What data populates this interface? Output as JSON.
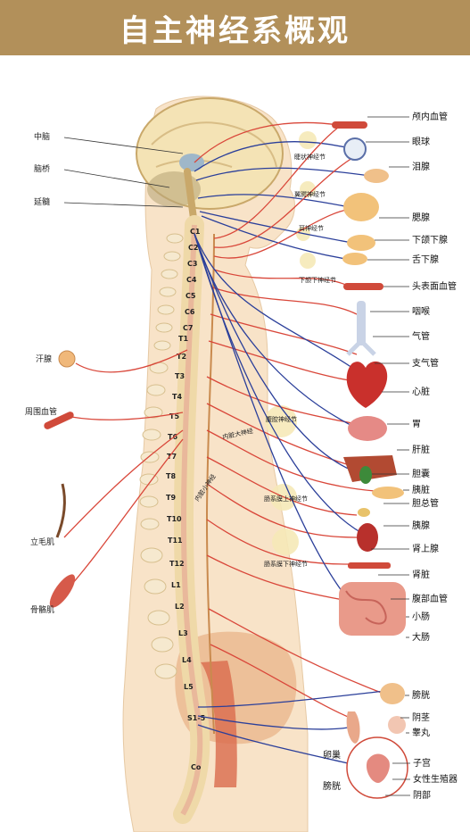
{
  "title": "自主神经系概观",
  "left_labels": [
    "中脑",
    "脑桥",
    "延髓"
  ],
  "left_organs": [
    "汗腺",
    "周围血管",
    "立毛肌",
    "骨骼肌"
  ],
  "vertebrae": [
    "C1",
    "C2",
    "C3",
    "C4",
    "C5",
    "C6",
    "C7",
    "T1",
    "T2",
    "T3",
    "T4",
    "T5",
    "T6",
    "T7",
    "T8",
    "T9",
    "T10",
    "T11",
    "T12",
    "L1",
    "L2",
    "L3",
    "L4",
    "L5",
    "S1-5",
    "Co"
  ],
  "ganglia": [
    "睫状神经节",
    "翼腭神经节",
    "耳神经节",
    "下颌下神经节",
    "腹腔神经节",
    "肠系膜上神经节",
    "肠系膜下神经节"
  ],
  "nerves": [
    "内脏大神经",
    "内脏小神经"
  ],
  "right_labels": [
    "颅内血管",
    "眼球",
    "泪腺",
    "腮腺",
    "下颌下腺",
    "舌下腺",
    "头表面血管",
    "咽喉",
    "气管",
    "支气管",
    "心脏",
    "胃",
    "肝脏",
    "胆囊",
    "胰脏",
    "胆总管",
    "胰腺",
    "肾上腺",
    "肾脏",
    "腹部血管",
    "小肠",
    "大肠",
    "膀胱",
    "阴茎",
    "睾丸",
    "子宫",
    "女性生殖器",
    "阴部"
  ],
  "pelvic_labels": [
    "卵巢",
    "膀胱"
  ],
  "colors": {
    "header": "#b2905a",
    "sympathetic": "#d9473a",
    "parasympathetic": "#2b3f9a",
    "bone": "#f3e6c8",
    "skin": "#f8e3c8"
  }
}
